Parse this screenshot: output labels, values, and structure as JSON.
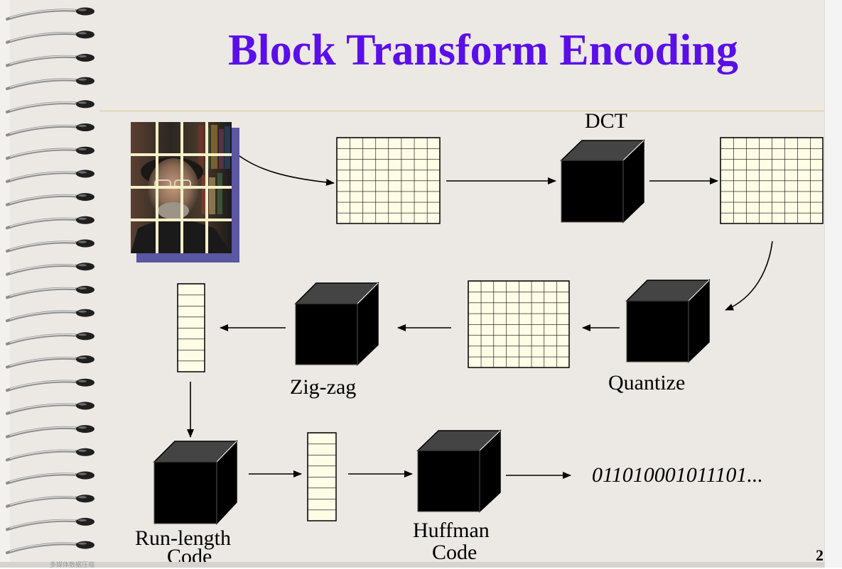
{
  "title": "Block Transform Encoding",
  "labels": {
    "dct": "DCT",
    "quantize": "Quantize",
    "zigzag": "Zig-zag",
    "runlength_line1": "Run-length",
    "runlength_line2": "Code",
    "huffman_line1": "Huffman",
    "huffman_line2": "Code",
    "bitstream": "011010001011101..."
  },
  "page_number": "2(",
  "footer_text": "多媒体数据压缩",
  "colors": {
    "title": "#5a0ee8",
    "slide_background": "#ece8e3",
    "grid_fill": "#fffde6",
    "cube_front": "#000000",
    "cube_top": "#444444"
  }
}
